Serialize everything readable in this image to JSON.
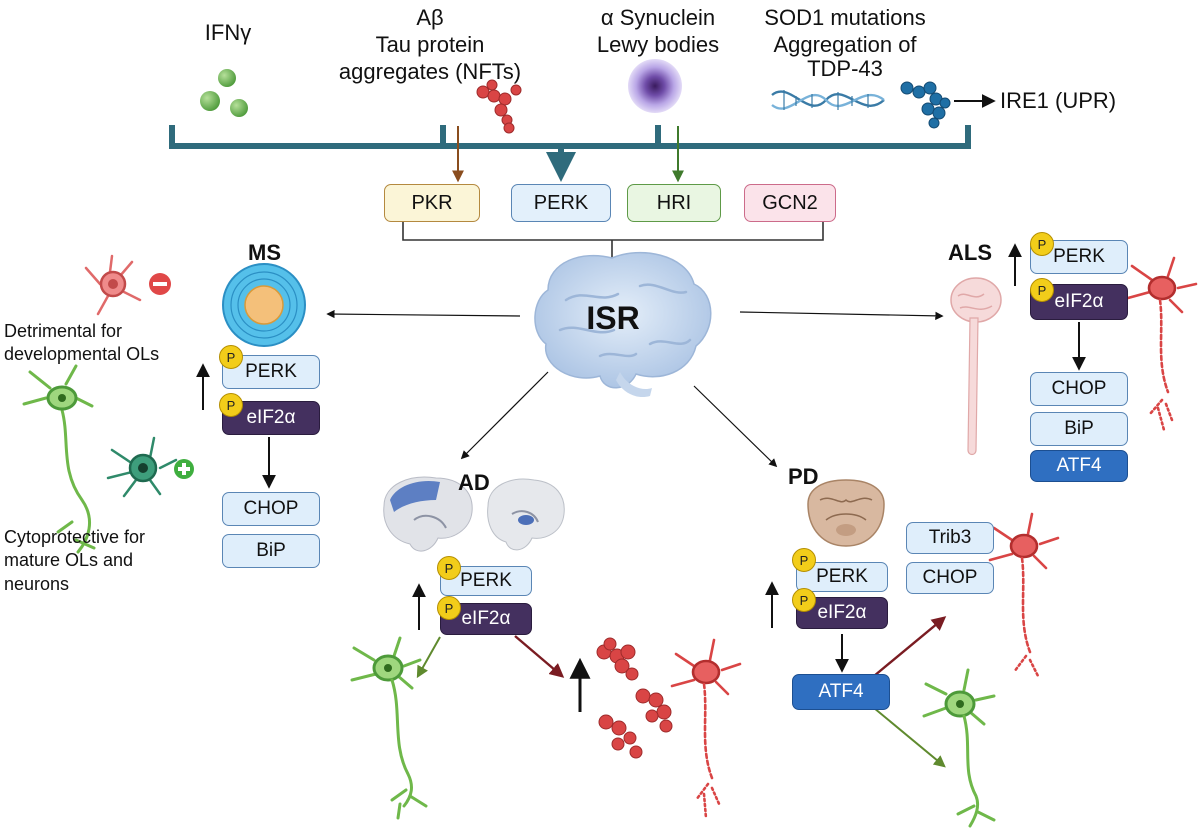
{
  "triggers": {
    "ifn": "IFNγ",
    "abeta_1": "Aβ",
    "abeta_2": "Tau protein",
    "abeta_3": "aggregates (NFTs)",
    "syn_1": "α Synuclein",
    "syn_2": "Lewy bodies",
    "sod_1": "SOD1 mutations",
    "sod_2": "Aggregation of",
    "sod_3": "TDP-43",
    "ire1": "IRE1 (UPR)"
  },
  "kinases": [
    "PKR",
    "PERK",
    "HRI",
    "GCN2"
  ],
  "center": "ISR",
  "p_badge": "P",
  "ms": {
    "label": "MS",
    "perk": "PERK",
    "eif": "eIF2α",
    "chop": "CHOP",
    "bip": "BiP",
    "detrimental": "Detrimental for developmental OLs",
    "cytoprotective": "Cytoprotective for mature OLs and neurons"
  },
  "als": {
    "label": "ALS",
    "perk": "PERK",
    "eif": "eIF2α",
    "chop": "CHOP",
    "bip": "BiP",
    "atf4": "ATF4"
  },
  "ad": {
    "label": "AD",
    "perk": "PERK",
    "eif": "eIF2α"
  },
  "pd": {
    "label": "PD",
    "perk": "PERK",
    "eif": "eIF2α",
    "atf4": "ATF4",
    "trib3": "Trib3",
    "chop": "CHOP"
  },
  "colors": {
    "bracket": "#2f6b7c",
    "pkr_fill": "#fbf5d7",
    "pkr_border": "#b4893f",
    "perk_fill": "#e3f0fb",
    "perk_border": "#5a86b5",
    "hri_fill": "#e9f6e2",
    "hri_border": "#5e9a47",
    "gcn2_fill": "#fbe3ea",
    "gcn2_border": "#cc6b8a",
    "neuron_red": "#d94545",
    "neuron_green": "#6fb84a",
    "eif_dark": "#44305f",
    "atf4_blue": "#2f6fc1"
  }
}
